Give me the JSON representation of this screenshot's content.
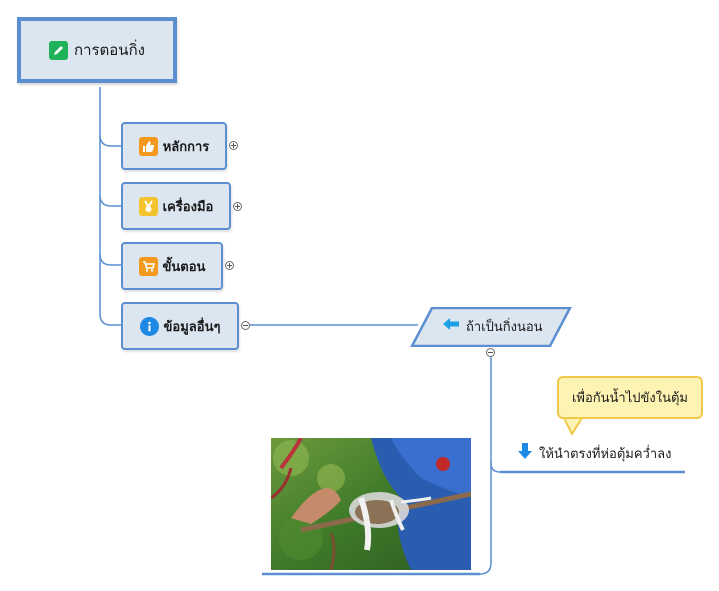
{
  "root": {
    "label": "การตอนกิ่ง",
    "icon": "pencil-icon"
  },
  "branches": [
    {
      "label": "หลักการ",
      "icon": "thumbs-up-icon"
    },
    {
      "label": "เครื่องมือ",
      "icon": "medal-icon"
    },
    {
      "label": "ขั้นตอน",
      "icon": "cart-icon"
    },
    {
      "label": "ข้อมูลอื่นๆ",
      "icon": "info-icon"
    }
  ],
  "horizontal_node": {
    "label": "ถ้าเป็นกิ่งนอน",
    "icon": "arrow-left-icon"
  },
  "leaf": {
    "label": "ให้นำตรงที่ห่อตุ้มคว่ำลง",
    "icon": "arrow-down-icon"
  },
  "callout": {
    "label": "เพื่อกันน้ำไปขังในตุ้ม"
  },
  "image": {
    "subject": "branch-layering-photo"
  },
  "colors": {
    "node_fill": "#dce6f1",
    "node_border": "#5b8fd2",
    "connector": "#5b8fd2",
    "callout_fill": "#fdf3b2",
    "callout_border": "#f0c94a"
  }
}
